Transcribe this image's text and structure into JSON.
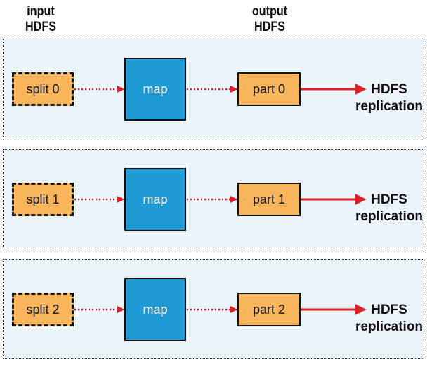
{
  "headers": {
    "input": [
      "input",
      "HDFS"
    ],
    "output": [
      "output",
      "HDFS"
    ]
  },
  "rows": [
    {
      "split": "split 0",
      "map": "map",
      "part": "part 0",
      "replication": [
        "HDFS",
        "replication"
      ]
    },
    {
      "split": "split 1",
      "map": "map",
      "part": "part 1",
      "replication": [
        "HDFS",
        "replication"
      ]
    },
    {
      "split": "split 2",
      "map": "map",
      "part": "part 2",
      "replication": [
        "HDFS",
        "replication"
      ]
    }
  ],
  "colors": {
    "row_background": "#ebf4f8",
    "split_fill": "#f9b55c",
    "map_fill": "#1d9ad6",
    "part_fill": "#f9b55c",
    "arrow": "#d92027"
  }
}
